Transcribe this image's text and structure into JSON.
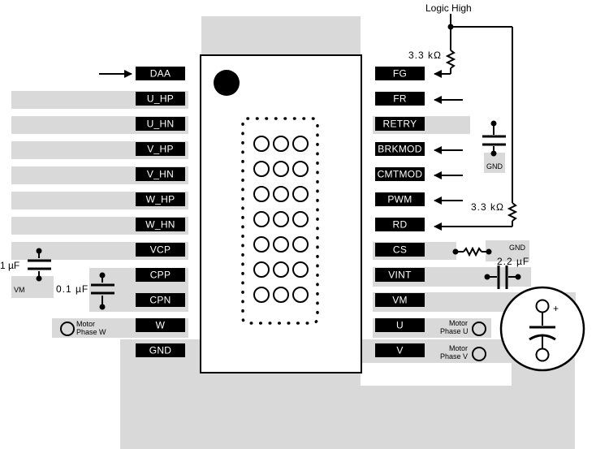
{
  "left_pins": [
    "DAA",
    "U_HP",
    "U_HN",
    "V_HP",
    "V_HN",
    "W_HP",
    "W_HN",
    "VCP",
    "CPP",
    "CPN",
    "W",
    "GND"
  ],
  "right_pins": [
    "FG",
    "FR",
    "RETRY",
    "BRKMOD",
    "CMTMOD",
    "PWM",
    "RD",
    "CS",
    "VINT",
    "VM",
    "U",
    "V"
  ],
  "labels": {
    "logic_high": "Logic High",
    "r_fg": "3.3 kΩ",
    "r_rd": "3.3 kΩ",
    "gnd_retry": "GND",
    "gnd_cs": "GND",
    "cap_vint": "2.2 µF",
    "cap_vcp": "1 µF",
    "vm_small": "VM",
    "cap_cp": "0.1 µF",
    "motor_phase_w_1": "Motor",
    "motor_phase_w_2": "Phase W",
    "motor_phase_u_1": "Motor",
    "motor_phase_u_2": "Phase U",
    "motor_phase_v_1": "Motor",
    "motor_phase_v_2": "Phase V",
    "plus": "+"
  },
  "colors": {
    "pad": "#d9d9d9",
    "pin_label": "#000000",
    "pin_text": "#ffffff"
  }
}
